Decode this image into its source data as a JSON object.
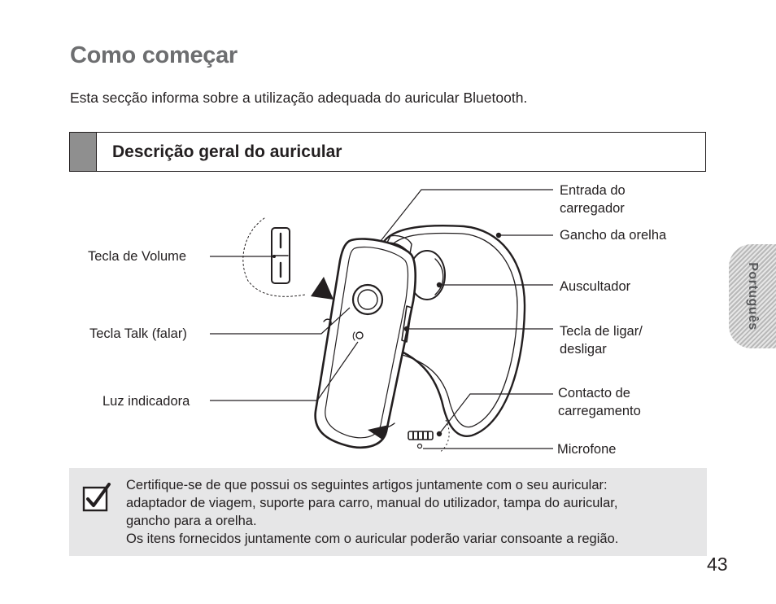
{
  "page": {
    "title": "Como começar",
    "intro": "Esta secção informa sobre a utilização adequada do auricular Bluetooth.",
    "section_heading": "Descrição geral do auricular",
    "side_tab": "Português",
    "page_number": "43"
  },
  "diagram": {
    "labels": {
      "volume_key": "Tecla de Volume",
      "talk_key": "Tecla Talk (falar)",
      "indicator_light": "Luz indicadora",
      "charger_jack_line1": "Entrada do",
      "charger_jack_line2": "carregador",
      "ear_hook": "Gancho da orelha",
      "speaker": "Auscultador",
      "power_key_line1": "Tecla de ligar/",
      "power_key_line2": "desligar",
      "charging_contact_line1": "Contacto de",
      "charging_contact_line2": "carregamento",
      "microphone": "Microfone"
    }
  },
  "note": {
    "icon": "checkbox-check-icon",
    "lines": [
      "Certifique-se de que possui os seguintes artigos juntamente com o seu auricular:",
      "adaptador de viagem, suporte para carro, manual do utilizador, tampa do auricular,",
      "gancho para a orelha.",
      "Os itens fornecidos juntamente com o auricular poderão variar consoante a região."
    ]
  }
}
